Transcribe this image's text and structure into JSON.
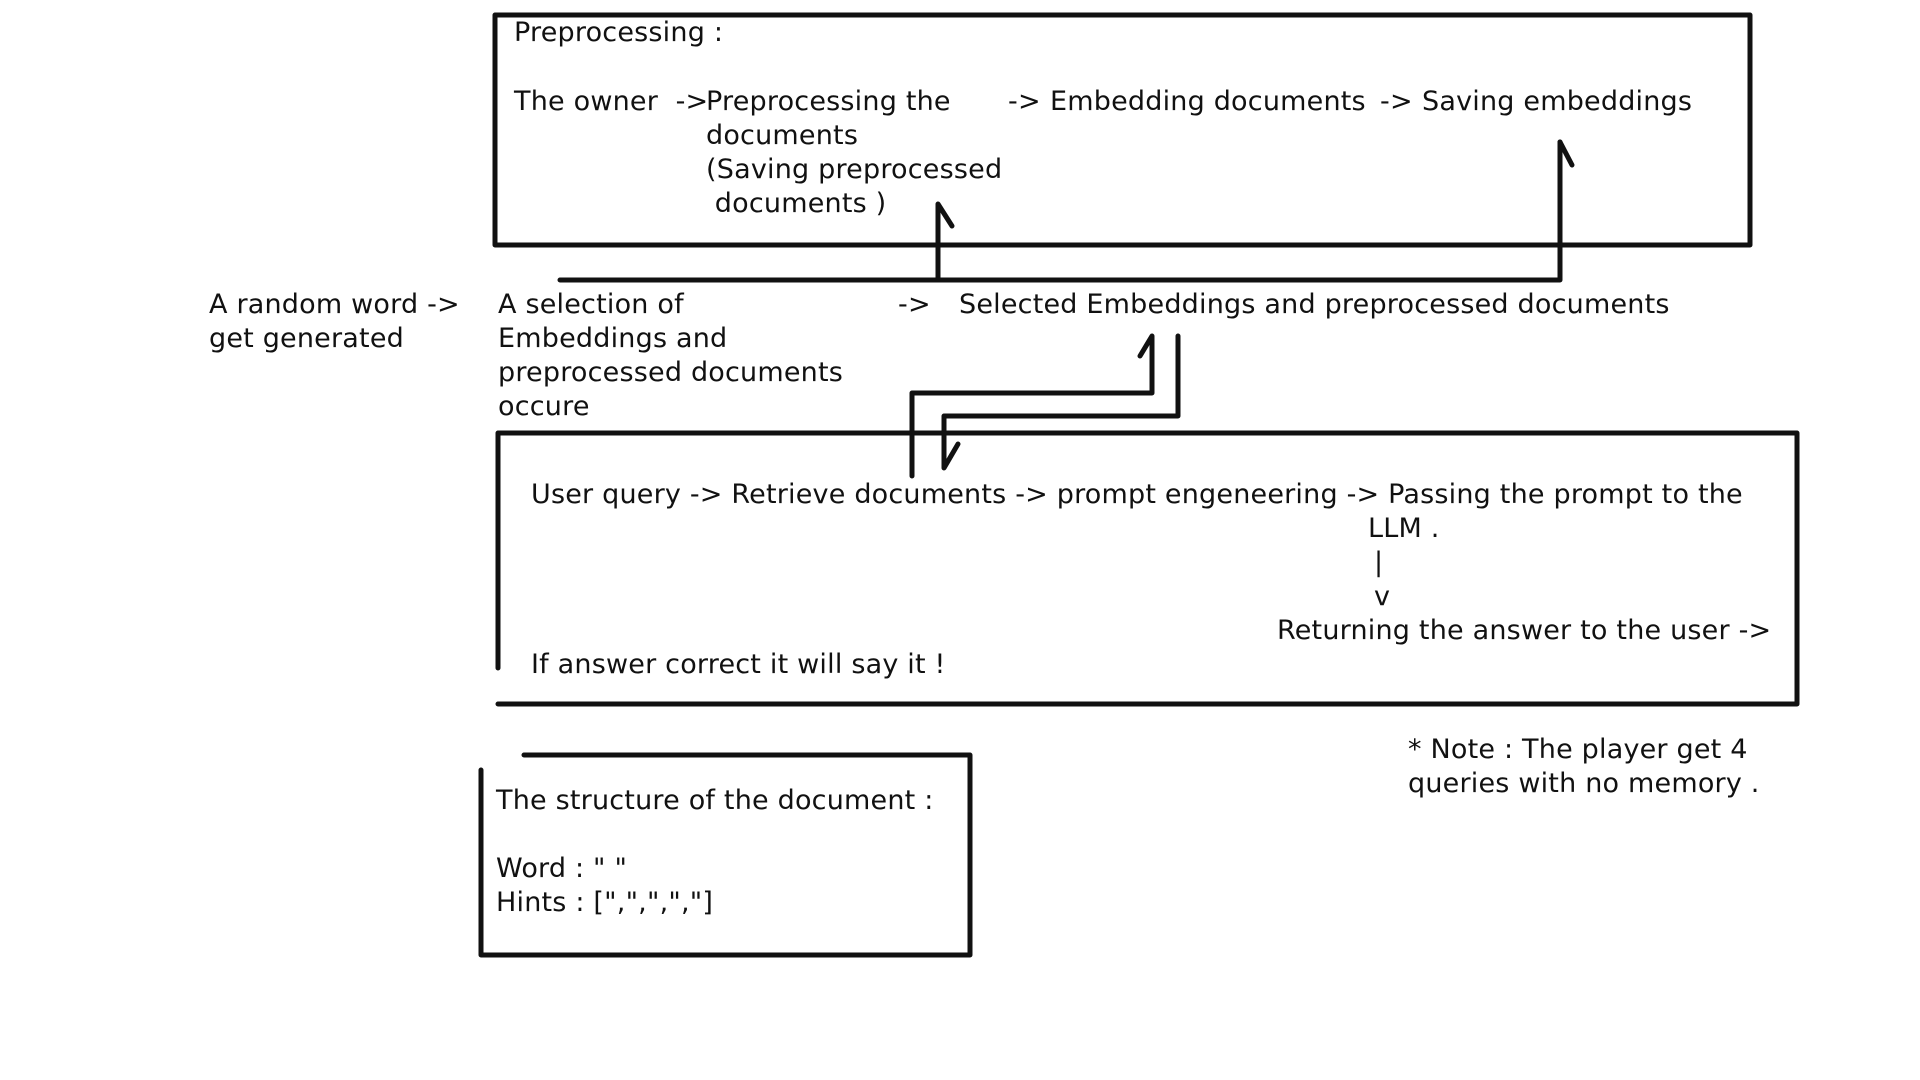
{
  "colors": {
    "ink": "#111111",
    "background": "#ffffff"
  },
  "preprocessing": {
    "title": "Preprocessing :",
    "owner": "The owner  ->",
    "step1_line1": "Preprocessing the",
    "step1_line2": "documents",
    "step1_line3": "(Saving preprocessed",
    "step1_line4": " documents )",
    "arrow2": "->",
    "step2": "Embedding documents",
    "arrow3": "->",
    "step3": "Saving embeddings"
  },
  "middle": {
    "random_line1": "A random word ->",
    "random_line2": "get generated",
    "selection_line1": "A selection of",
    "selection_line2": "Embeddings and",
    "selection_line3": "preprocessed documents",
    "selection_line4": "occure",
    "arrow": "->",
    "selected": "Selected Embeddings and preprocessed documents"
  },
  "query": {
    "line1": "User query -> Retrieve documents -> prompt engeneering -> Passing the prompt to the",
    "llm": "LLM .",
    "pipe": "|",
    "v": "v",
    "returning": "Returning the answer to the user ->",
    "correct": "If answer correct it will say it !"
  },
  "note": {
    "line1": "* Note : The player get 4",
    "line2": "queries with no memory ."
  },
  "structure": {
    "title": "The structure of the document :",
    "word": "Word : \" \"",
    "hints": "Hints : [\",\",\",\",\"]"
  }
}
